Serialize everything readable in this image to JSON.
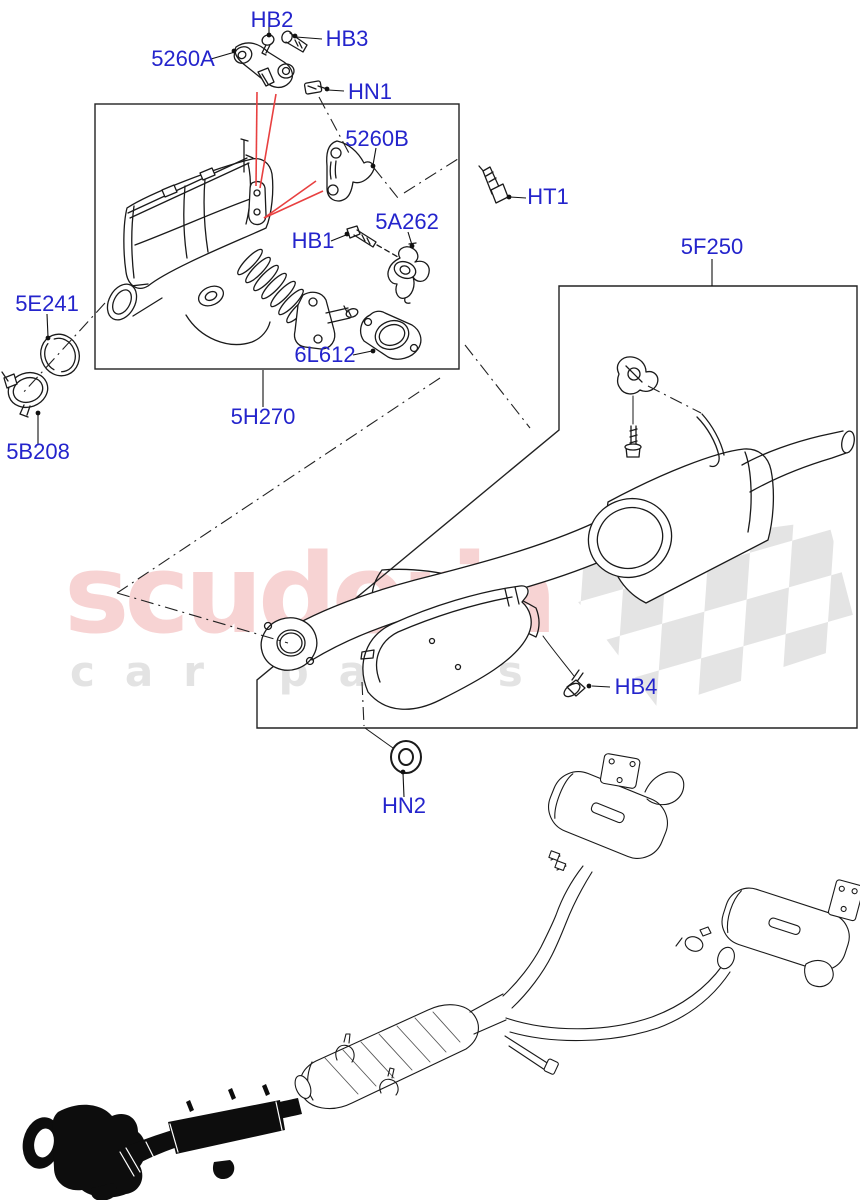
{
  "page": {
    "background": "#ffffff"
  },
  "watermark": {
    "brand": "scuderia",
    "tagline": "car parts",
    "brand_color": "#f7d3d3",
    "tagline_color": "#e3e3e3",
    "checker_color": "#e4e4e4"
  },
  "diagram": {
    "label_color": "#2424cc",
    "red_callout_color": "#e84040",
    "line_color": "#1a1a1a",
    "labels": {
      "HB2": "HB2",
      "HB3": "HB3",
      "5260A": "5260A",
      "HN1": "HN1",
      "5260B": "5260B",
      "HT1": "HT1",
      "5A262": "5A262",
      "HB1": "HB1",
      "5F250": "5F250",
      "5E241": "5E241",
      "6L612": "6L612",
      "5H270": "5H270",
      "5B208": "5B208",
      "HB4": "HB4",
      "HN2": "HN2"
    }
  }
}
